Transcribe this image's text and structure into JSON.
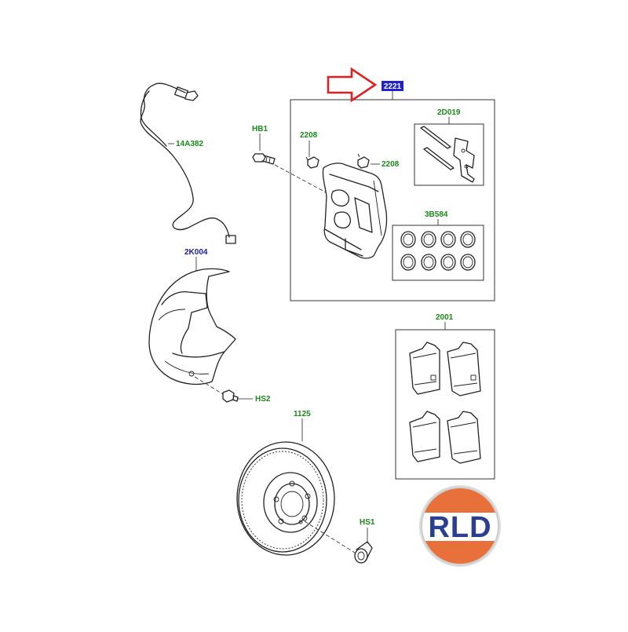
{
  "labels": {
    "wheel_speed_sensor": "14A382",
    "caliper_bolt": "HB1",
    "bleed_screw_left": "2208",
    "bleed_screw_right": "2208",
    "caliper_kit": "2221",
    "pin_kit": "2D019",
    "seal_kit": "3B584",
    "splash_shield": "2K004",
    "shield_screw": "HS2",
    "brake_pads": "2001",
    "brake_disc": "1125",
    "disc_screw": "HS1"
  },
  "logo": {
    "text": "RLD",
    "top_color": "#e8703a",
    "bottom_color": "#e8703a",
    "band_color": "#ffffff",
    "text_color": "#2a3f8f"
  },
  "highlight": {
    "arrow_color": "#e02020",
    "callout_fill": "#2222cc"
  },
  "icons": {
    "arrow": "right-arrow-icon"
  }
}
